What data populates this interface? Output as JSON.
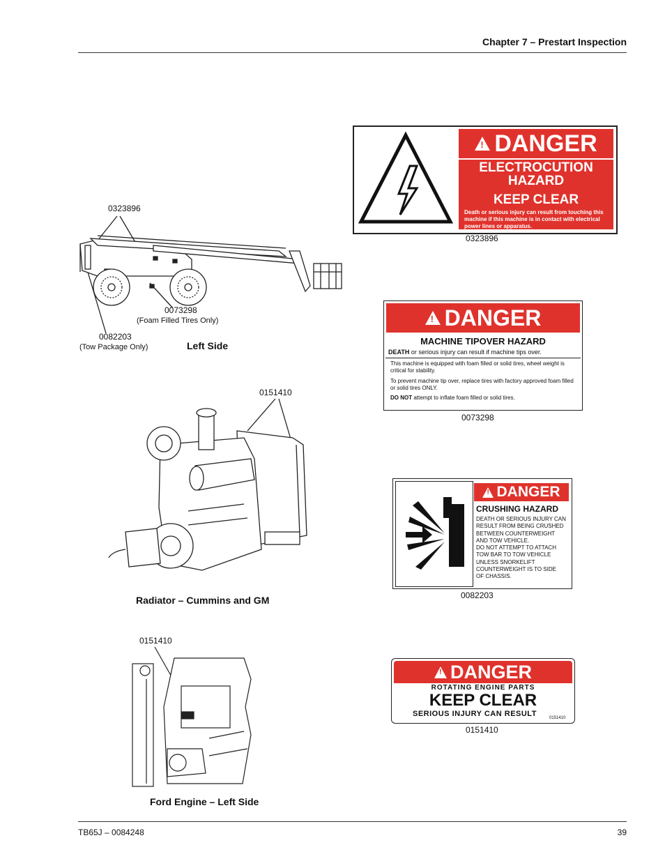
{
  "header": {
    "chapter": "Chapter 7 – Prestart Inspection"
  },
  "left": {
    "left_side": {
      "callout_top": "0323896",
      "callout_tires": "0073298",
      "callout_tires_note": "(Foam Filled Tires Only)",
      "callout_tow": "0082203",
      "callout_tow_note": "(Tow Package Only)",
      "caption": "Left Side"
    },
    "radiator": {
      "callout": "0151410",
      "caption": "Radiator – Cummins and GM"
    },
    "ford": {
      "callout": "0151410",
      "caption": "Ford Engine – Left Side"
    }
  },
  "signs": {
    "electrocution": {
      "banner": "DANGER",
      "line1": "ELECTROCUTION",
      "line2": "HAZARD",
      "line3": "KEEP CLEAR",
      "body": "Death or serious injury can result from touching this machine if this machine is in contact with electrical power lines or apparatus.",
      "part": "0323896"
    },
    "tipover": {
      "banner": "DANGER",
      "heading": "MACHINE TIPOVER HAZARD",
      "death_bold": "DEATH",
      "death_rest": " or serious injury can result if machine tips over.",
      "p1": "This machine is equipped with foam filled or solid tires, wheel weight is critical for stability.",
      "p2": "To prevent machine tip over, replace tires with factory approved foam filled or solid tires ONLY.",
      "p3_bold": "DO NOT",
      "p3_rest": " attempt to inflate foam filled or solid tires.",
      "part": "0073298"
    },
    "crushing": {
      "banner": "DANGER",
      "heading": "CRUSHING HAZARD",
      "l1": "DEATH OR SERIOUS INJURY CAN",
      "l2": "RESULT FROM BEING CRUSHED",
      "l3": "BETWEEN COUNTERWEIGHT",
      "l4": "AND TOW VEHICLE.",
      "l5": "DO NOT ATTEMPT TO ATTACH",
      "l6": "TOW BAR TO TOW VEHICLE",
      "l7": "UNLESS SNORKELIFT",
      "l8": "COUNTERWEIGHT IS TO SIDE",
      "l9": "OF CHASSIS.",
      "part": "0082203"
    },
    "rotating": {
      "banner": "DANGER",
      "l1": "ROTATING ENGINE PARTS",
      "l2": "KEEP CLEAR",
      "l3": "SERIOUS INJURY CAN RESULT",
      "code": "0151410",
      "part": "0151410"
    }
  },
  "footer": {
    "doc": "TB65J – 0084248",
    "page": "39"
  },
  "colors": {
    "danger_red": "#e0322c"
  }
}
